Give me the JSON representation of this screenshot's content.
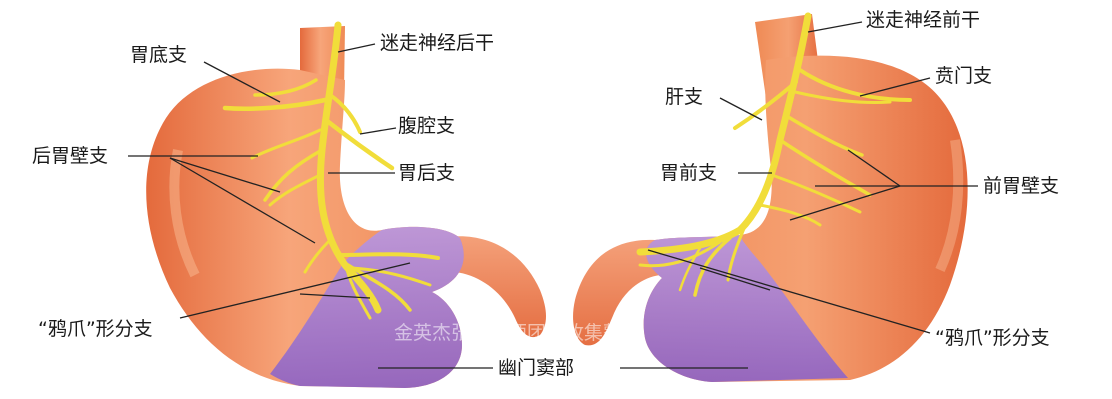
{
  "labels": {
    "left_fundus_branch": "胃底支",
    "left_posterior_vagal_trunk": "迷走神经后干",
    "left_celiac_branch": "腹腔支",
    "left_posterior_gastric_wall_branch": "后胃壁支",
    "left_posterior_gastric_branch": "胃后支",
    "left_crows_foot": "“鸦爪”形分支",
    "pyloric_antrum": "幽门窦部",
    "right_anterior_vagal_trunk": "迷走神经前干",
    "right_cardiac_branch": "贲门支",
    "right_hepatic_branch": "肝支",
    "right_anterior_gastric_branch": "胃前支",
    "right_anterior_gastric_wall_branch": "前胃壁支",
    "right_crows_foot": "“鸦爪”形分支"
  },
  "watermark": "金英杰张伟老师团队收集整理",
  "colors": {
    "stomach_body": "#f2935e",
    "stomach_shadow": "#e06a3c",
    "pyloric_region": "#a47fd0",
    "nerve": "#f1dd3a",
    "nerve_edge": "#d6b722",
    "leader_line": "#222222"
  }
}
